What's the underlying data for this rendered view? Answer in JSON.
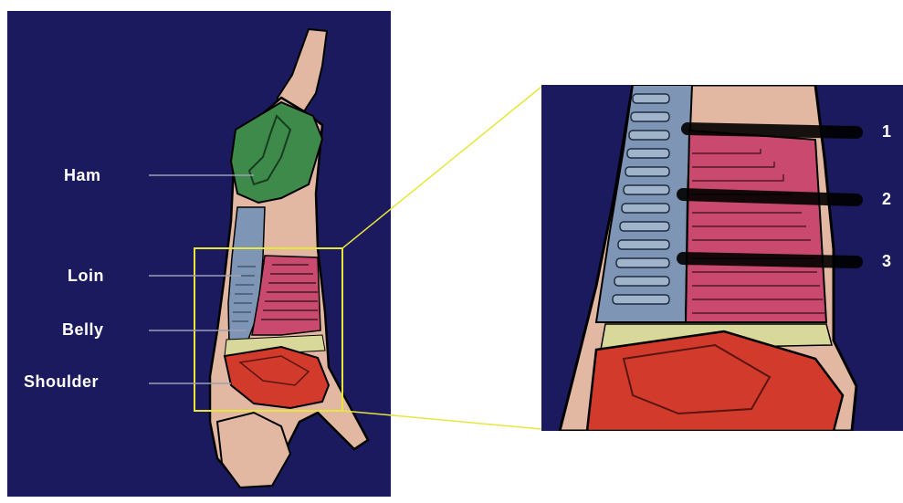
{
  "labels": {
    "ham": "Ham",
    "loin": "Loin",
    "belly": "Belly",
    "shoulder": "Shoulder"
  },
  "markers": [
    "1",
    "2",
    "3"
  ],
  "colors": {
    "background": "#1c1a5e",
    "ham": "#3d8a4a",
    "loin": "#7f95b5",
    "belly": "#c94a6e",
    "shoulder": "#d23a2c",
    "skin": "#e2b8a3",
    "zoom_frame": "#e6e63c"
  }
}
